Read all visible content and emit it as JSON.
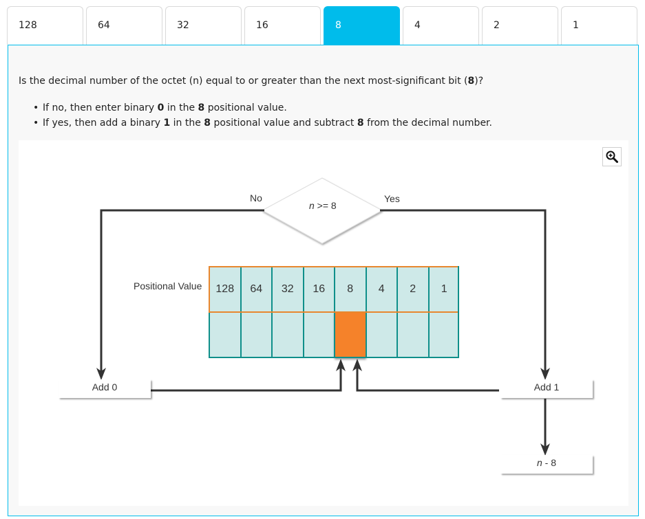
{
  "tabs": [
    {
      "label": "128"
    },
    {
      "label": "64"
    },
    {
      "label": "32"
    },
    {
      "label": "16"
    },
    {
      "label": "8",
      "active": true
    },
    {
      "label": "4"
    },
    {
      "label": "2"
    },
    {
      "label": "1"
    }
  ],
  "question": {
    "part1": "Is the decimal number of the octet (n) equal to or greater than the next most-significant bit (",
    "bold": "8",
    "part2": ")?"
  },
  "bullets": [
    {
      "t1": "If no, then enter binary ",
      "b1": "0",
      "t2": " in the ",
      "b2": "8",
      "t3": " positional value.",
      "b3": "",
      "t4": ""
    },
    {
      "t1": "If yes, then add a binary ",
      "b1": "1",
      "t2": " in the ",
      "b2": "8",
      "t3": " positional value and subtract ",
      "b3": "8",
      "t4": " from the decimal number."
    }
  ],
  "diagram": {
    "decision_var": "n",
    "decision_rest": " >= 8",
    "no_label": "No",
    "yes_label": "Yes",
    "positional_label": "Positional Value",
    "positional_values": [
      "128",
      "64",
      "32",
      "16",
      "8",
      "4",
      "2",
      "1"
    ],
    "highlight_index": 4,
    "add0": "Add 0",
    "add1": "Add 1",
    "subtract_var": "n",
    "subtract_rest": " - 8"
  },
  "colors": {
    "accent": "#00bceb",
    "grid_fill": "#cee9e8",
    "grid_border": "#0f8f8a",
    "highlight": "#f5822a",
    "header_border": "#e8872e",
    "arrow": "#333333"
  },
  "icons": {
    "zoom": "zoom-in-icon"
  }
}
